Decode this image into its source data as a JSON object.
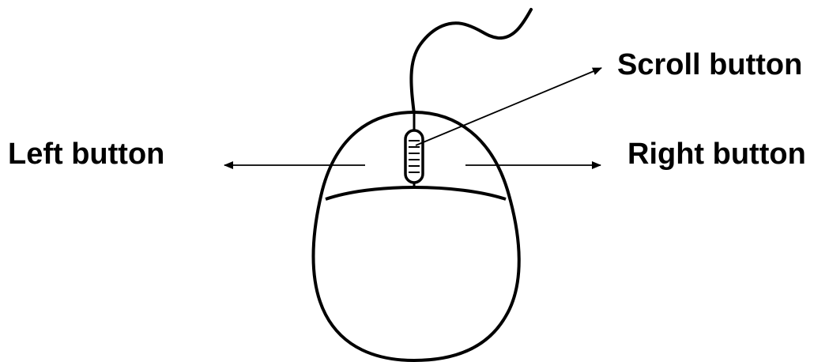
{
  "labels": {
    "left": "Left button",
    "scroll": "Scroll button",
    "right": "Right button"
  },
  "colors": {
    "ink": "#000000",
    "background": "#ffffff"
  }
}
